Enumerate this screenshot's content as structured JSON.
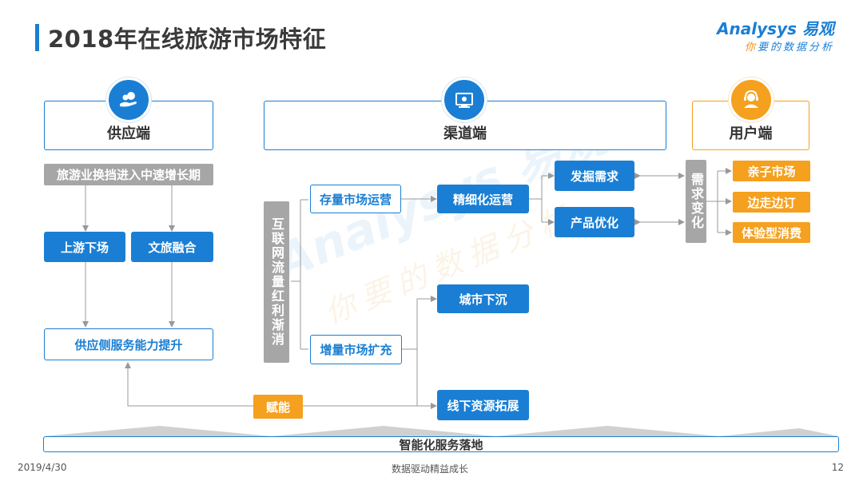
{
  "header": {
    "title": "2018年在线旅游市场特征",
    "logo_top": "Analysys 易观",
    "logo_sub_highlight": "你",
    "logo_sub_rest": "要的数据分析"
  },
  "columns": {
    "supply": {
      "label": "供应端",
      "icon": "hand-coins-icon"
    },
    "channel": {
      "label": "渠道端",
      "icon": "monitor-icon"
    },
    "user": {
      "label": "用户端",
      "icon": "headset-user-icon"
    }
  },
  "supply_side": {
    "stage": "旅游业换挡进入中速增长期",
    "upstream": "上游下场",
    "culture_tourism": "文旅融合",
    "service_upgrade": "供应侧服务能力提升",
    "empower": "赋能"
  },
  "channel_side": {
    "traffic_vertical": "互联网流量红利渐消",
    "stock_market": "存量市场运营",
    "incremental_market": "增量市场扩充",
    "refined_ops": "精细化运营",
    "demand_mining": "发掘需求",
    "product_opt": "产品优化",
    "city_sink": "城市下沉",
    "offline_expand": "线下资源拓展",
    "demand_change": "需求变化"
  },
  "user_side": {
    "items": [
      "亲子市场",
      "边走边订",
      "体验型消费"
    ]
  },
  "bottom": {
    "label": "智能化服务落地"
  },
  "footer": {
    "date": "2019/4/30",
    "center": "数据驱动精益成长",
    "page": "12"
  },
  "colors": {
    "blue": "#1a7fd4",
    "orange": "#f5a01e",
    "gray": "#a6a6a6"
  }
}
